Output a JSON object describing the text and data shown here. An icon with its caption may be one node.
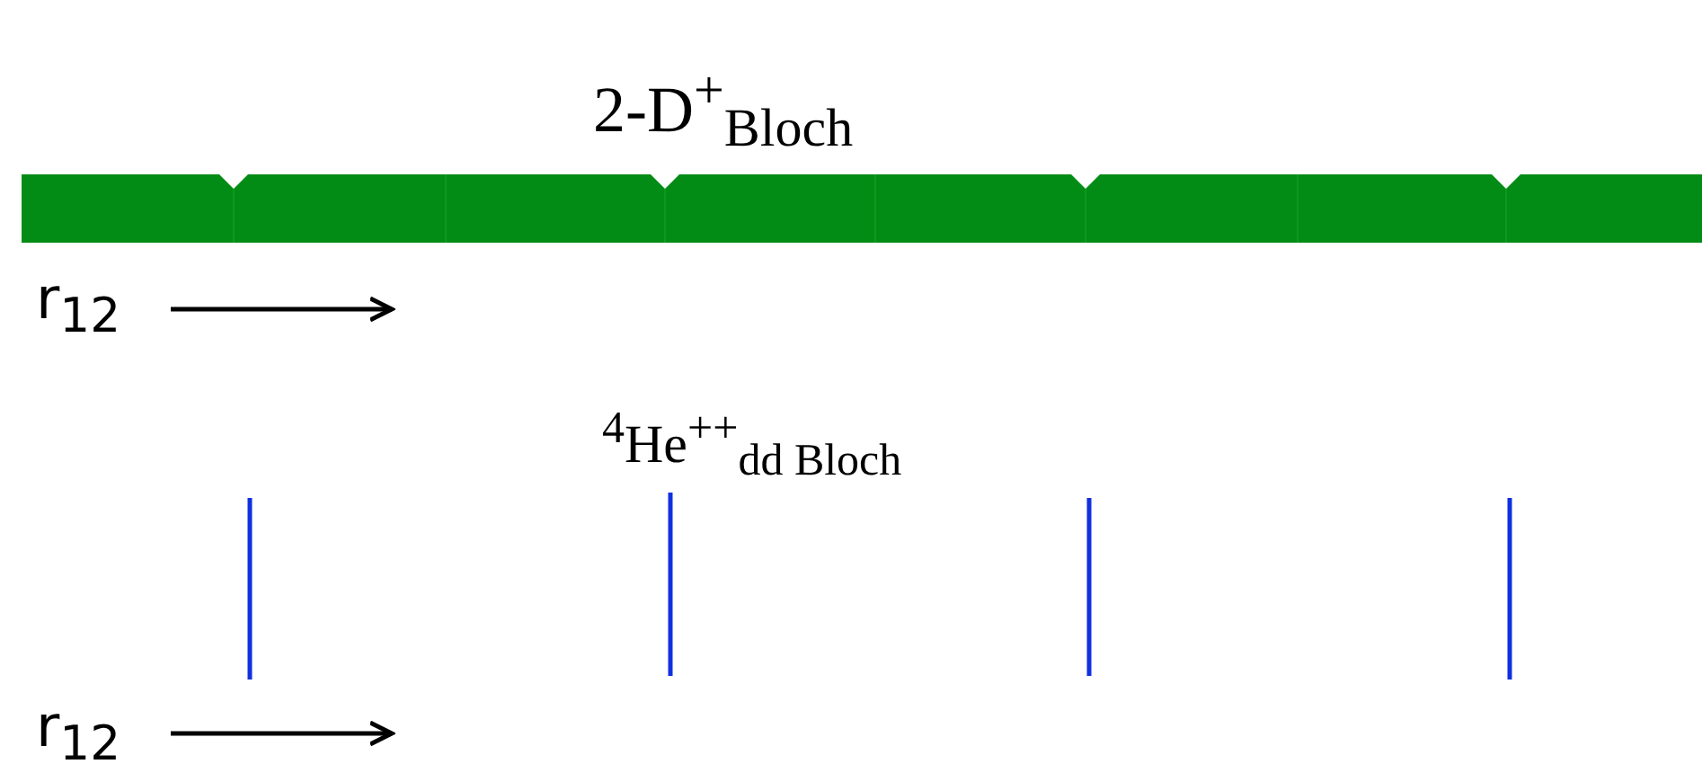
{
  "diagram": {
    "labels": [
      "2-D$^{+}$$_{Bloch}$",
      "r$_{12}$",
      "$^{4}$He$^{++}$$_{dd Bloch}$",
      "r$_{12}$"
    ]
  }
}
